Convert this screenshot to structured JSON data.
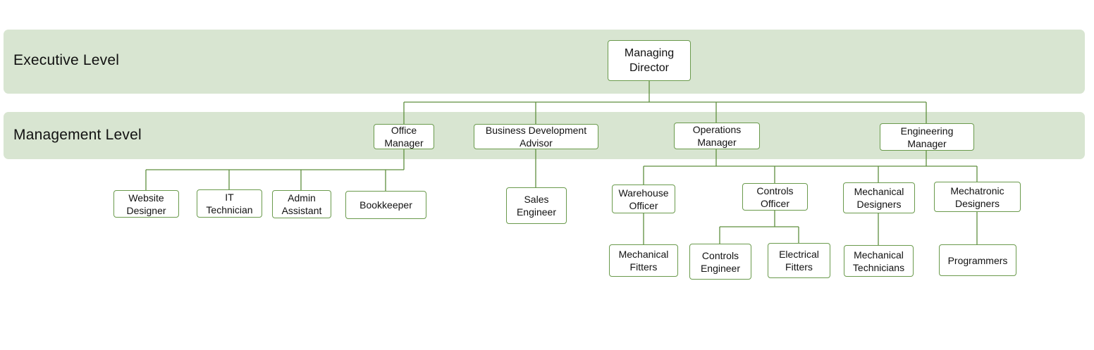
{
  "bands": {
    "executive": "Executive Level",
    "management": "Management Level"
  },
  "colors": {
    "band": "#d8e5d1",
    "connector": "#5f8f3e",
    "node_border": "#6a9a4c"
  },
  "nodes": {
    "managing_director": "Managing\nDirector",
    "office_manager": "Office\nManager",
    "business_development_advisor": "Business Development\nAdvisor",
    "operations_manager": "Operations\nManager",
    "engineering_manager": "Engineering\nManager",
    "website_designer": "Website\nDesigner",
    "it_technician": "IT\nTechnician",
    "admin_assistant": "Admin\nAssistant",
    "bookkeeper": "Bookkeeper",
    "sales_engineer": "Sales\nEngineer",
    "warehouse_officer": "Warehouse\nOfficer",
    "controls_officer": "Controls\nOfficer",
    "mechanical_designers": "Mechanical\nDesigners",
    "mechatronic_designers": "Mechatronic\nDesigners",
    "mechanical_fitters": "Mechanical\nFitters",
    "controls_engineer": "Controls\nEngineer",
    "electrical_fitters": "Electrical\nFitters",
    "mechanical_technicians": "Mechanical\nTechnicians",
    "programmers": "Programmers"
  },
  "reports_to": [
    [
      "office_manager",
      "managing_director"
    ],
    [
      "business_development_advisor",
      "managing_director"
    ],
    [
      "operations_manager",
      "managing_director"
    ],
    [
      "engineering_manager",
      "managing_director"
    ],
    [
      "website_designer",
      "office_manager"
    ],
    [
      "it_technician",
      "office_manager"
    ],
    [
      "admin_assistant",
      "office_manager"
    ],
    [
      "bookkeeper",
      "office_manager"
    ],
    [
      "sales_engineer",
      "business_development_advisor"
    ],
    [
      "warehouse_officer",
      "operations_manager"
    ],
    [
      "controls_officer",
      "operations_manager"
    ],
    [
      "mechanical_designers",
      "engineering_manager"
    ],
    [
      "mechatronic_designers",
      "engineering_manager"
    ],
    [
      "mechanical_fitters",
      "warehouse_officer"
    ],
    [
      "controls_engineer",
      "controls_officer"
    ],
    [
      "electrical_fitters",
      "controls_officer"
    ],
    [
      "mechanical_technicians",
      "mechanical_designers"
    ],
    [
      "programmers",
      "mechatronic_designers"
    ]
  ]
}
